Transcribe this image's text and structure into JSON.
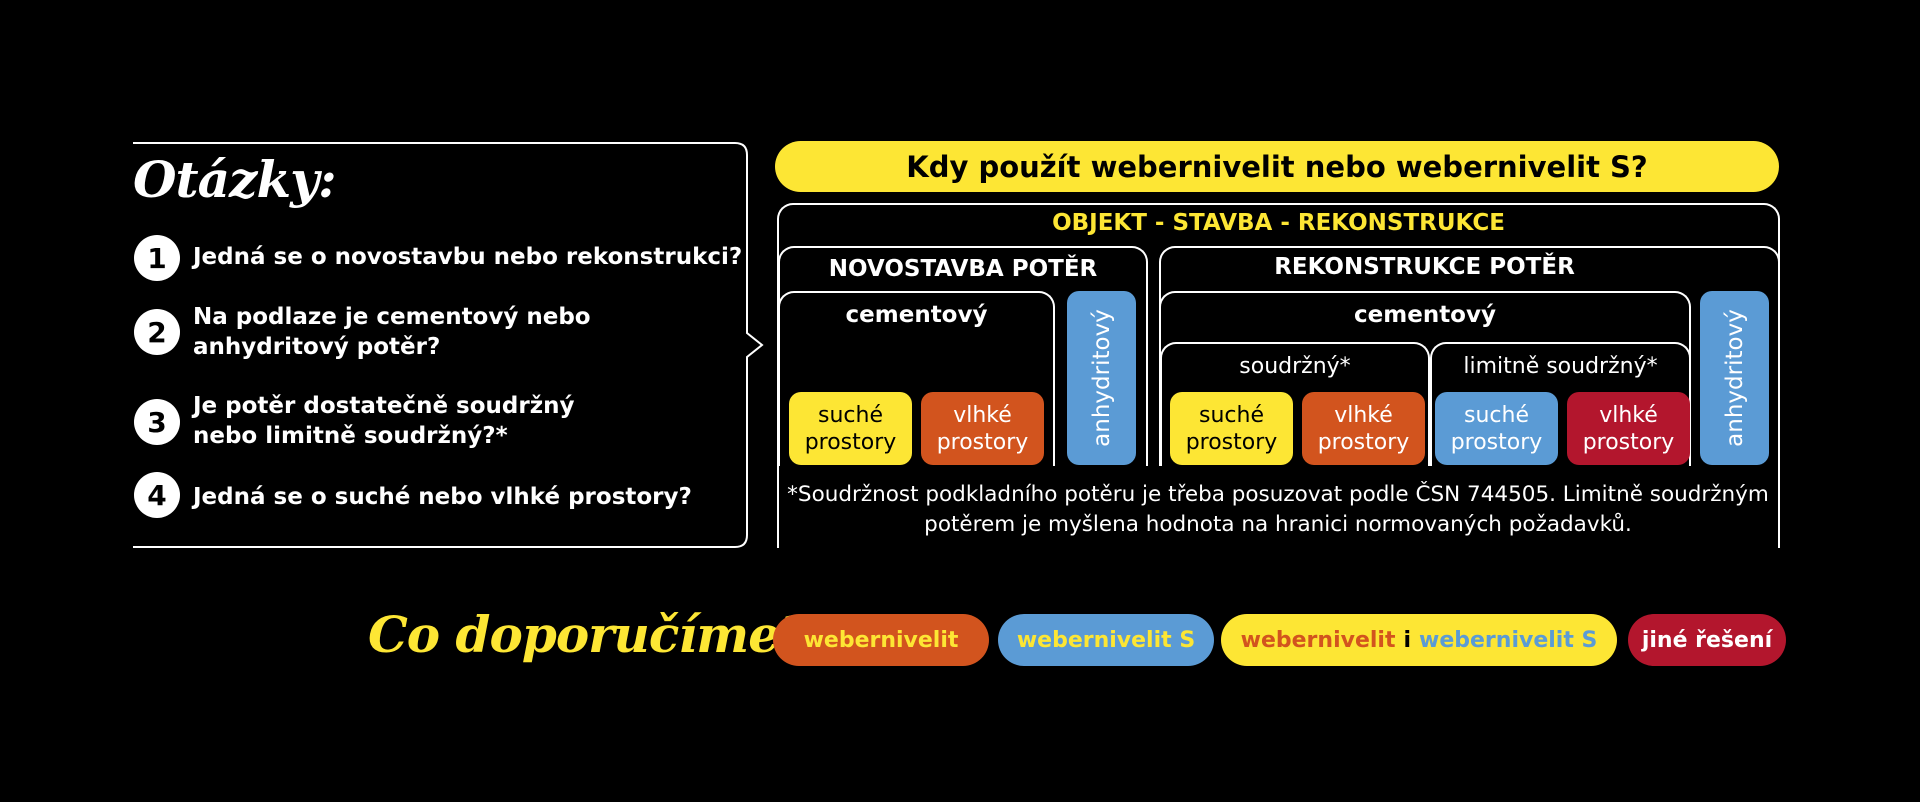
{
  "questions": {
    "title": "Otázky:",
    "items": [
      {
        "num": "1",
        "text": "Jedná se o novostavbu nebo rekonstrukci?"
      },
      {
        "num": "2",
        "text": "Na podlaze je cementový nebo\nanhydritový potěr?"
      },
      {
        "num": "3",
        "text": "Je potěr dostatečně soudržný\nnebo limitně soudržný?*"
      },
      {
        "num": "4",
        "text": "Jedná se o suché nebo vlhké prostory?"
      }
    ]
  },
  "diagram": {
    "title": "Kdy použít webernivelit nebo webernivelit S?",
    "root": "OBJEKT - STAVBA - REKONSTRUKCE",
    "novostavba": {
      "label": "NOVOSTAVBA POTĚR",
      "cement": "cementový",
      "chips": [
        "suché\nprostory",
        "vlhké\nprostory"
      ],
      "anhydrit": "anhydritový"
    },
    "rekonstrukce": {
      "label": "REKONSTRUKCE POTĚR",
      "cement": "cementový",
      "soudrzny": "soudržný*",
      "limitne": "limitně soudržný*",
      "chips": [
        "suché\nprostory",
        "vlhké\nprostory",
        "suché\nprostory",
        "vlhké\nprostory"
      ],
      "anhydrit": "anhydritový"
    },
    "note": "*Soudržnost podkladního potěru je třeba posuzovat podle ČSN 744505. Limitně soudržným potěrem je myšlena hodnota na hranici normovaných požadavků."
  },
  "recommend": {
    "title": "Co doporučíme?",
    "legend": {
      "nivelit": "webernivelit",
      "nivelit_s": "webernivelit S",
      "both_a": "webernivelit",
      "both_i": "i",
      "both_b": "webernivelit S",
      "other": "jiné řešení"
    }
  },
  "colors": {
    "yellow": "#fde634",
    "orange": "#d2541e",
    "blue": "#5b9bd5",
    "red": "#b3162d"
  }
}
